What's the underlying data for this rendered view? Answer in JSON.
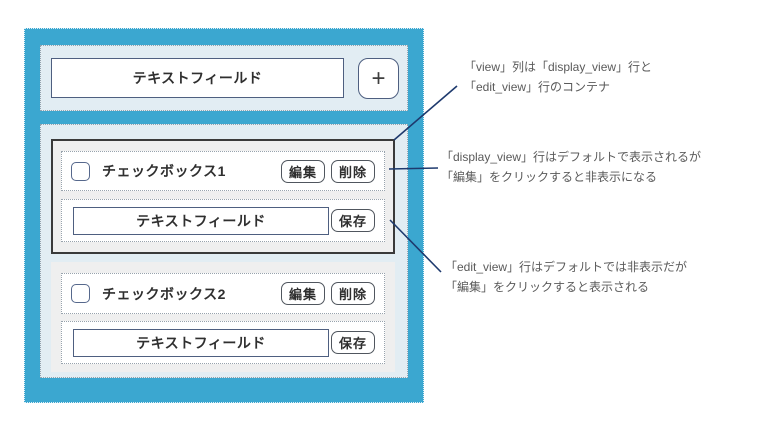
{
  "diagram": {
    "form": {
      "text_field_label": "テキストフィールド",
      "add_button_label": "+"
    },
    "rows": [
      {
        "checkbox_label": "チェックボックス1",
        "edit_button": "編集",
        "delete_button": "削除",
        "text_field_label": "テキストフィールド",
        "save_button": "保存"
      },
      {
        "checkbox_label": "チェックボックス2",
        "edit_button": "編集",
        "delete_button": "削除",
        "text_field_label": "テキストフィールド",
        "save_button": "保存"
      }
    ],
    "annotations": [
      {
        "line1": "「view」列は「display_view」行と",
        "line2": "「edit_view」行のコンテナ"
      },
      {
        "line1": "「display_view」行はデフォルトで表示されるが",
        "line2": "「編集」をクリックすると非表示になる"
      },
      {
        "line1": "「edit_view」行はデフォルトでは非表示だが",
        "line2": "「編集」をクリックすると表示される"
      }
    ],
    "colors": {
      "container_teal": "#3BA7D0",
      "section_light_blue": "#E2EDF3",
      "row_group_gray": "#EFEFEF",
      "field_border_navy": "#4E5F80",
      "highlight_border_dark": "#3A3A3A",
      "connector_navy": "#1E3A6E",
      "label_text": "#2F2F2F",
      "annotation_text": "#5A5A5A"
    }
  }
}
